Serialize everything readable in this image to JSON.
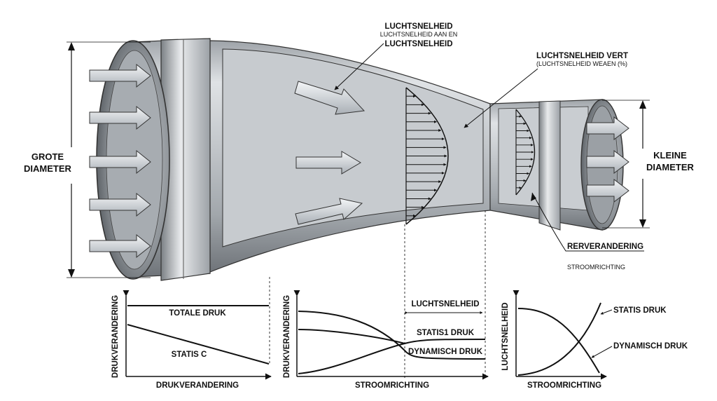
{
  "labels": {
    "grote_diameter_1": "GROTE",
    "grote_diameter_2": "DIAMETER",
    "kleine_diameter_1": "KLEINE",
    "kleine_diameter_2": "DIAMETER",
    "top_callout_1": "LUCHTSNELHEID",
    "top_callout_2": "LUCHTSNELHEID AAN  EN",
    "top_callout_3": "LUCHTSNELHEID",
    "right_callout_1": "LUCHTSNELHEID VERT",
    "right_callout_2": "(LUCHTSNELHEID WEAEN (%)",
    "rerverandering": "RERVERANDERING",
    "stroomrichting_small": "STROOMRICHTING"
  },
  "charts": {
    "chart1": {
      "ylabel": "DRUKVERANDERING",
      "xlabel": "DRUKVERANDERING",
      "total_label": "TOTALE DRUK",
      "static_label": "STATIS C"
    },
    "chart2": {
      "ylabel": "DRUKVERANDERING",
      "xlabel": "STROOMRICHTING",
      "luchtsnelheid_label": "LUCHTSNELHEID",
      "static_label": "STATIS1 DRUK",
      "dynamic_label": "DYNAMISCH DRUK"
    },
    "chart3": {
      "ylabel": "LUCHTSNELHEID",
      "xlabel": "STROOMRICHTING",
      "static_label": "STATIS DRUK",
      "dynamic_label": "DYNAMISCH DRUK"
    }
  },
  "colors": {
    "metal_light": "#e6e8ea",
    "metal_mid": "#b8bcc0",
    "metal_dark": "#7d8287",
    "ink": "#111111"
  }
}
